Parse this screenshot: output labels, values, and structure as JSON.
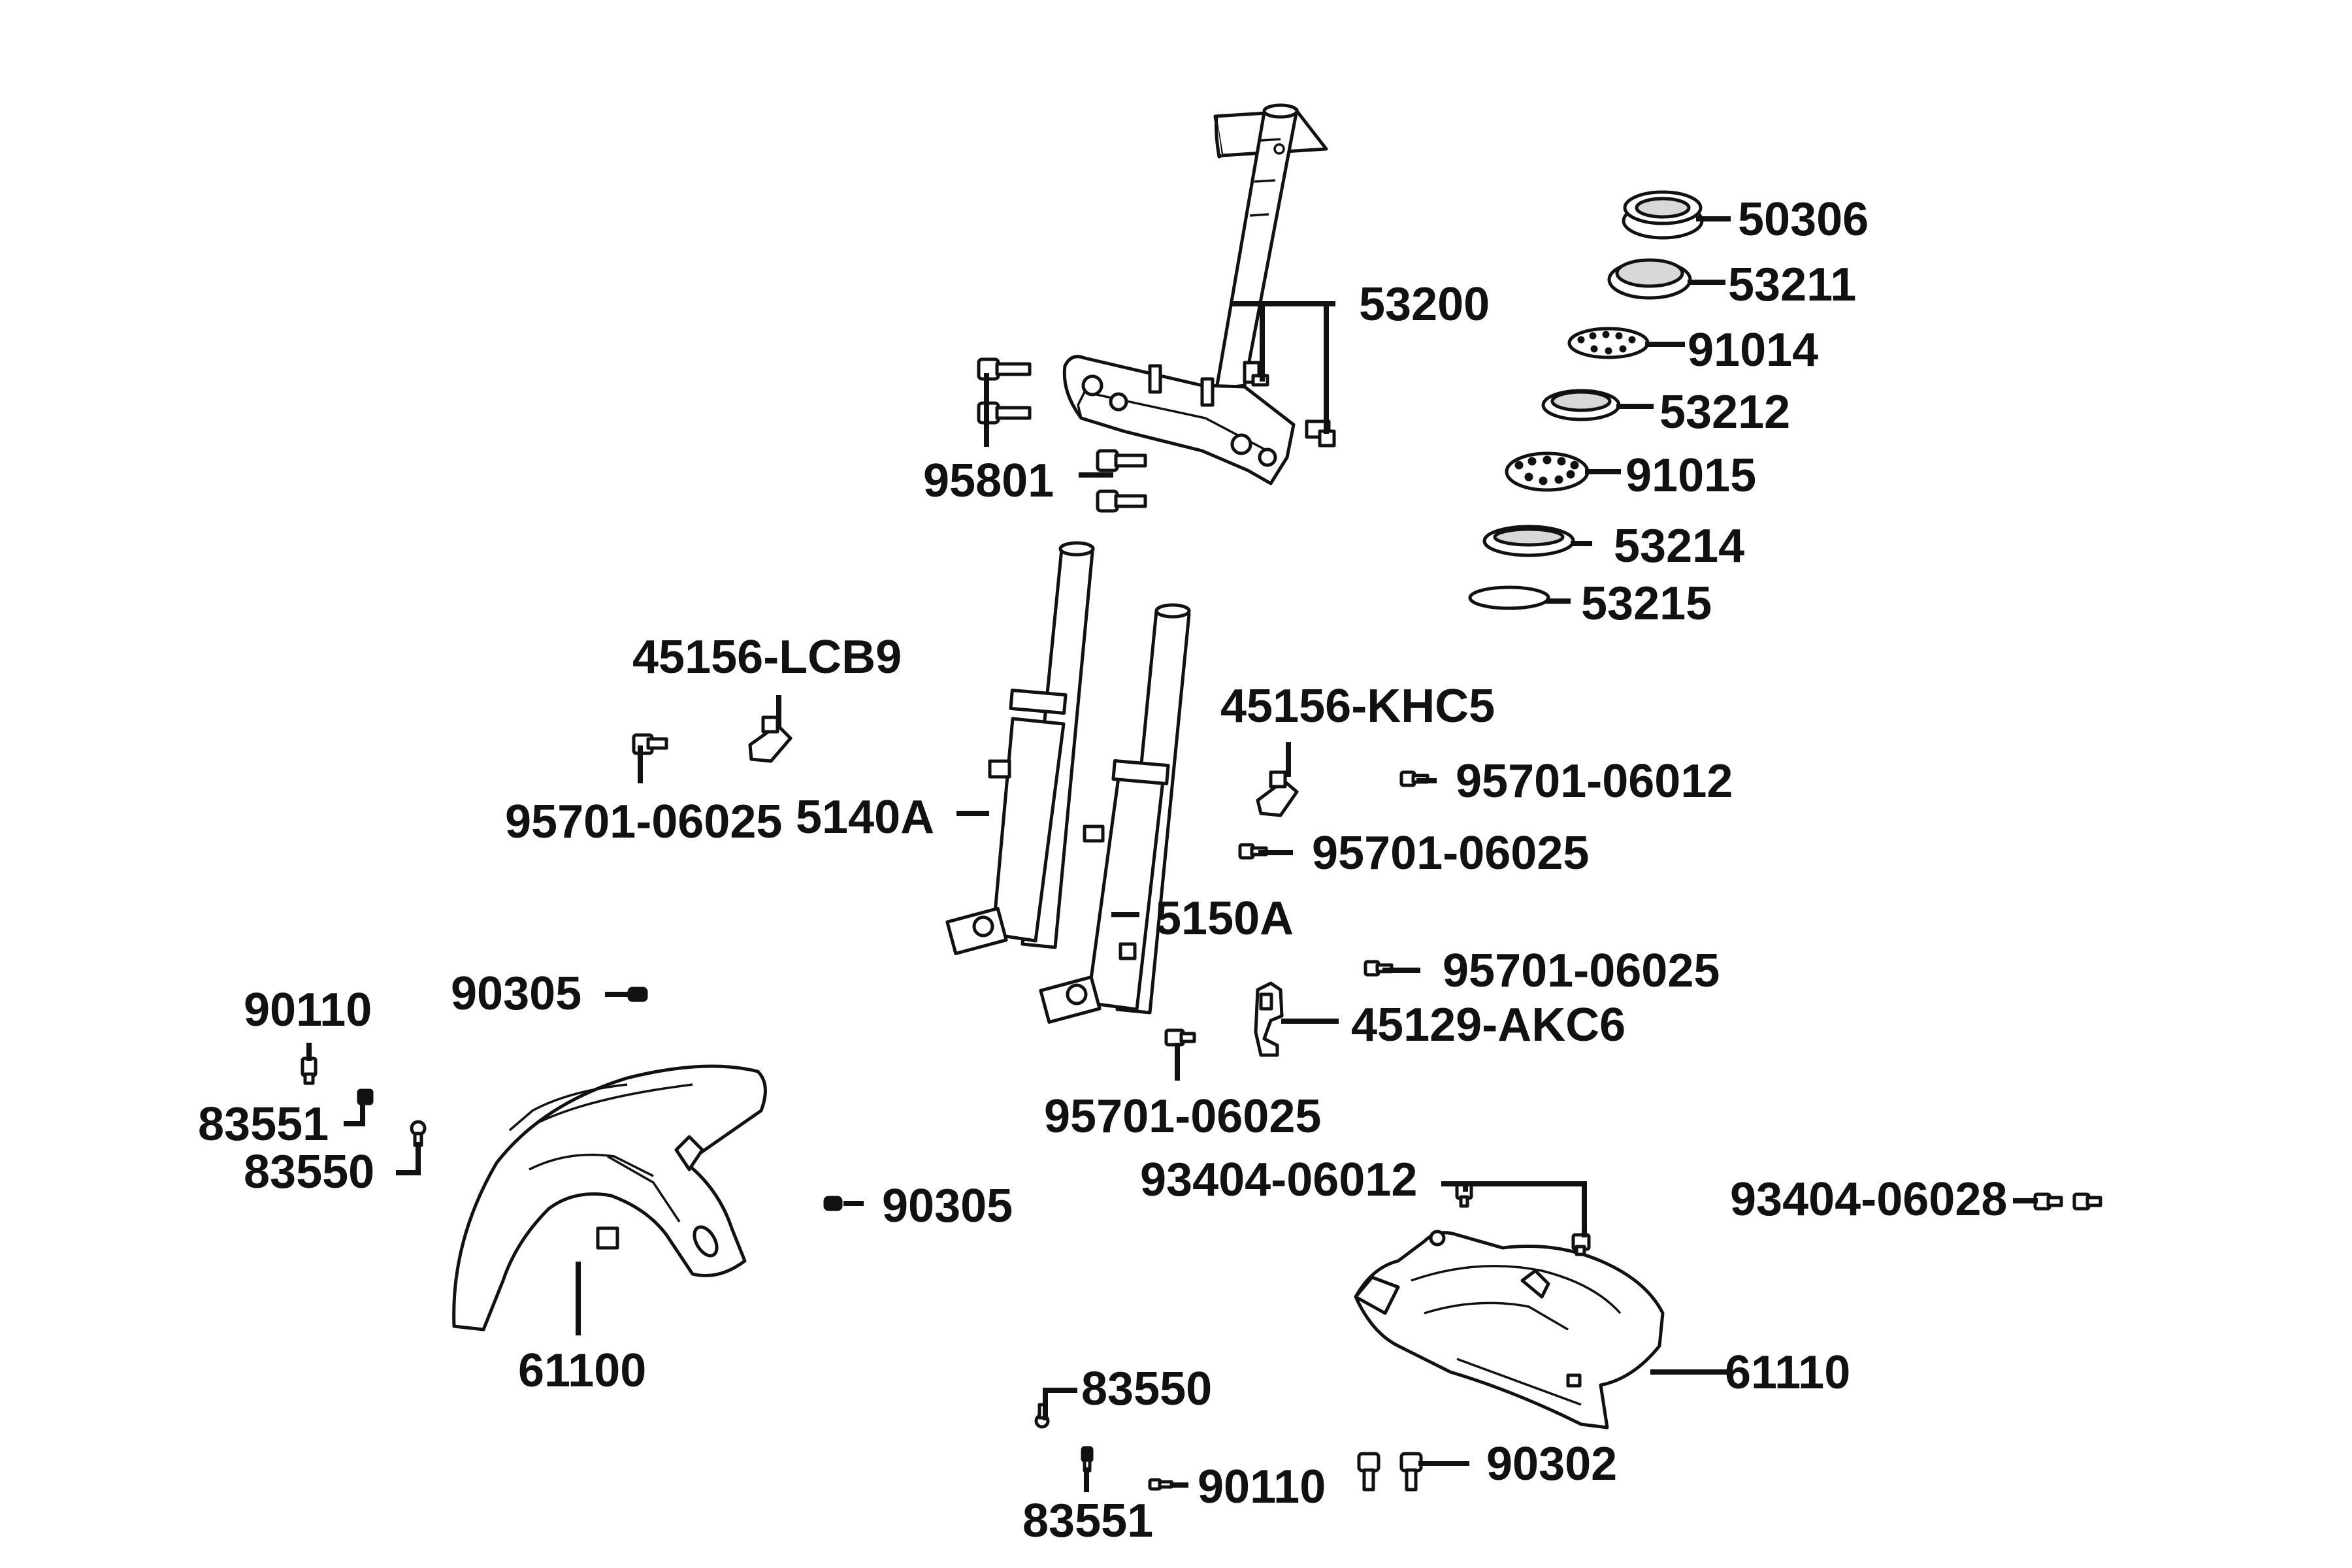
{
  "parts": {
    "p50306": "50306",
    "p53211": "53211",
    "p91014": "91014",
    "p53212": "53212",
    "p91015": "91015",
    "p53214": "53214",
    "p53215": "53215",
    "p53200": "53200",
    "p95801": "95801",
    "p45156_lcb9": "45156-LCB9",
    "p95701_06025_a": "95701-06025",
    "p5140a": "5140A",
    "p45156_khc5": "45156-KHC5",
    "p95701_06012": "95701-06012",
    "p95701_06025_b": "95701-06025",
    "p5150a": "5150A",
    "p95701_06025_c": "95701-06025",
    "p45129_akc6": "45129-AKC6",
    "p95701_06025_d": "95701-06025",
    "p90110_a": "90110",
    "p90305_a": "90305",
    "p83551_a": "83551",
    "p83550_a": "83550",
    "p90305_b": "90305",
    "p61100": "61100",
    "p93404_06012": "93404-06012",
    "p93404_06028": "93404-06028",
    "p61110": "61110",
    "p83550_b": "83550",
    "p90110_b": "90110",
    "p90302": "90302",
    "p83551_b": "83551"
  }
}
